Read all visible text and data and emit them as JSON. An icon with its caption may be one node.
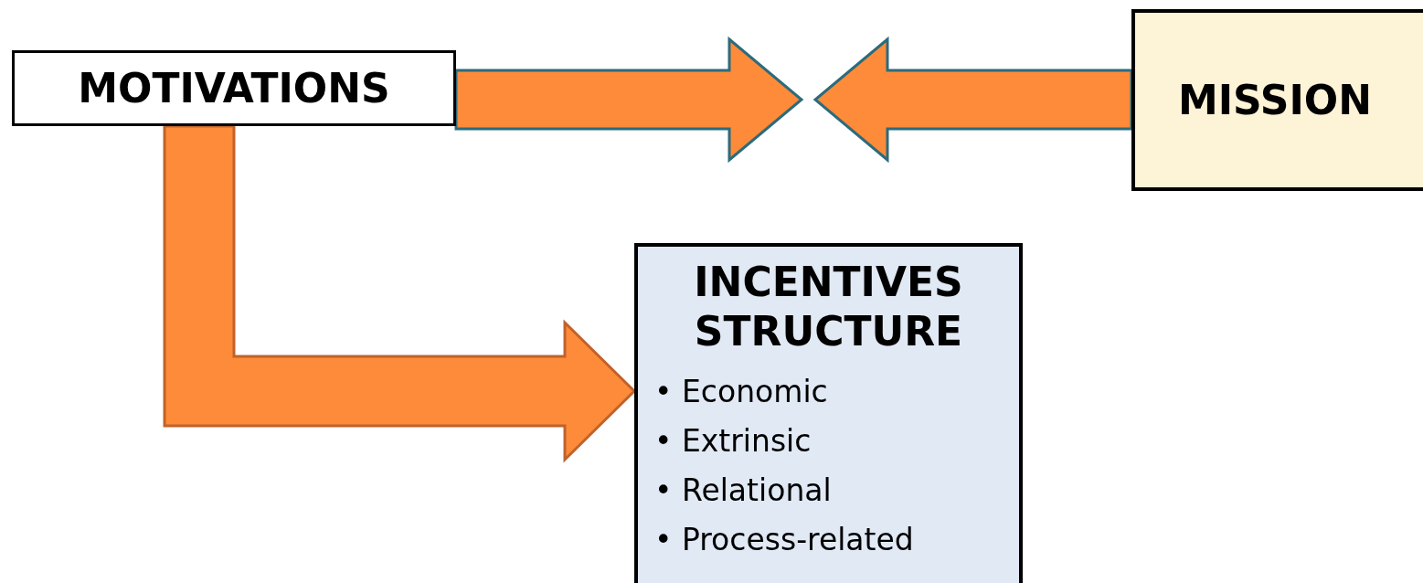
{
  "diagram": {
    "nodes": [
      {
        "text": [
          "MOTIVATIONS"
        ]
      },
      {
        "text": [
          "MISSION"
        ]
      },
      {
        "text": [
          "INCENTIVES STRUCTURE",
          "• Economic",
          "• Extrinsic",
          "• Relational",
          "• Process-related"
        ]
      }
    ],
    "edges": [
      {
        "from": 0,
        "to": null,
        "arrow": "to"
      },
      {
        "from": 1,
        "to": null,
        "arrow": "to"
      },
      {
        "from": 0,
        "to": 2,
        "arrow": "to",
        "color": "#c0622a"
      }
    ]
  }
}
